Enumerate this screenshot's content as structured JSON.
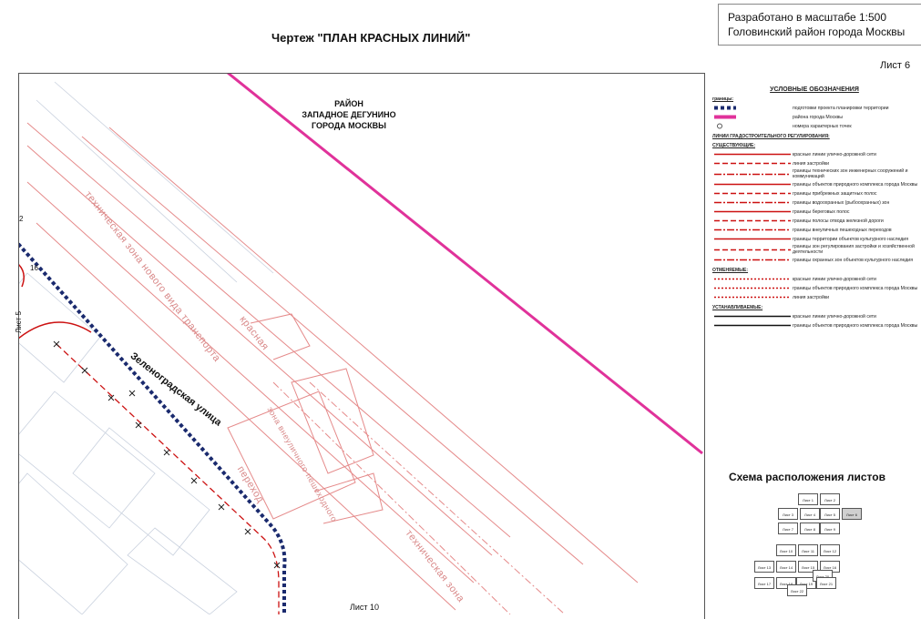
{
  "title": "Чертеж \"ПЛАН КРАСНЫХ ЛИНИЙ\"",
  "stamp": {
    "line1": "Разработано в масштабе 1:500",
    "line2": "Головинский район города Москвы"
  },
  "sheet": "Лист 6",
  "map": {
    "district": {
      "line1": "РАЙОН",
      "line2": "ЗАПАДНОЕ ДЕГУНИНО",
      "line3": "ГОРОДА МОСКВЫ"
    },
    "street": "Зеленоградская   улица",
    "ref_left": "Лист 5",
    "ref_bottom": "Лист 10",
    "points": [
      "2",
      "16"
    ],
    "zone_labels": [
      "техническая зона нового вида транспорта",
      "красная",
      "зона внеуличного пешеходного",
      "переход",
      "техническая зона"
    ],
    "colors": {
      "red": "#cc1111",
      "pink_red": "#e58a8a",
      "magenta": "#e0329a",
      "navy": "#1a2a6e"
    }
  },
  "legend": {
    "title": "УСЛОВНЫЕ ОБОЗНАЧЕНИЯ",
    "sec_borders": "границы:",
    "borders": [
      "подготовки проекта планировки территории",
      "района города Москвы",
      "номера характерных точек"
    ],
    "sec_reg": "ЛИНИИ ГРАДОСТРОИТЕЛЬНОГО РЕГУЛИРОВАНИЯ:",
    "sec_exist": "СУЩЕСТВУЮЩИЕ:",
    "existing": [
      "красные линии улично-дорожной сети",
      "линия застройки",
      "границы технических зон инженерных сооружений и коммуникаций",
      "границы объектов природного комплекса города Москвы",
      "границы прибрежных защитных полос",
      "границы водоохранных (рыбоохранных) зон",
      "границы береговых полос",
      "границы полосы отвода железной дороги",
      "границы внеуличных пешеходных переходов",
      "границы территории объектов культурного наследия",
      "границы зон регулирования застройки и хозяйственной деятельности",
      "границы охранных зон объектов культурного наследия"
    ],
    "sec_cancel": "ОТМЕНЯЕМЫЕ:",
    "cancelled": [
      "красные линии улично-дорожной сети",
      "границы объектов природного комплекса города Москвы",
      "линия застройки"
    ],
    "sec_new": "УСТАНАВЛИВАЕМЫЕ:",
    "established": [
      "красные линии улично-дорожной сети",
      "границы объектов природного комплекса города Москвы"
    ]
  },
  "scheme": {
    "title": "Схема расположения листов",
    "sheets": [
      "Лист 1",
      "Лист 2",
      "Лист 3",
      "Лист 4",
      "Лист 5",
      "Лист 6",
      "Лист 7",
      "Лист 8",
      "Лист 9",
      "Лист 10",
      "Лист 11",
      "Лист 12",
      "Лист 13",
      "Лист 14",
      "Лист 15",
      "Лист 16",
      "Лист 17",
      "Лист 18",
      "Лист 19",
      "Лист 20",
      "Лист 21",
      "Лист 22"
    ],
    "active": "Лист 6"
  }
}
